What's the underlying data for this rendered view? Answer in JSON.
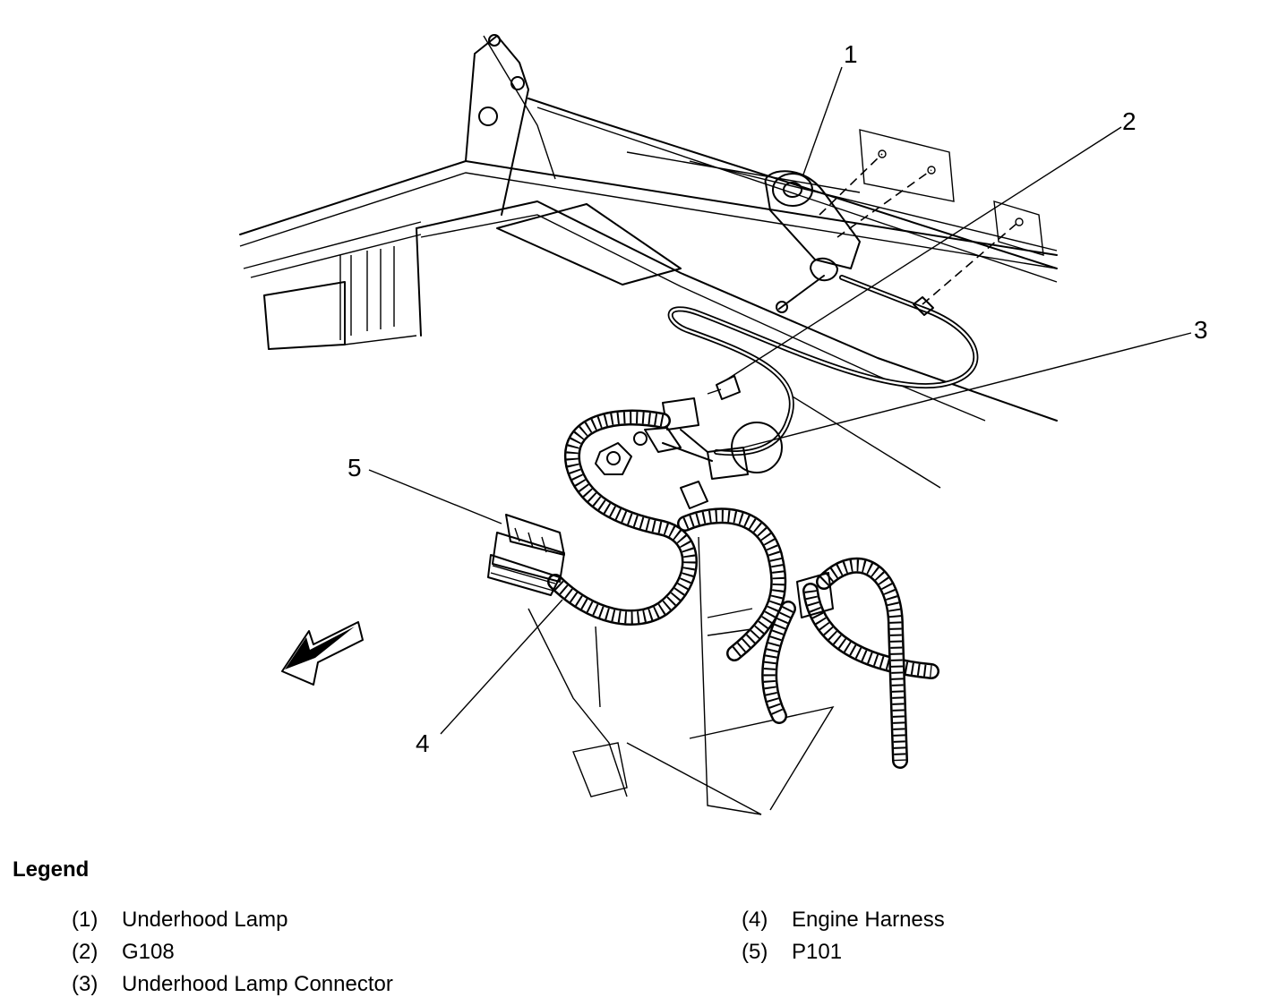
{
  "callouts": [
    "1",
    "2",
    "3",
    "4",
    "5"
  ],
  "legend": {
    "title": "Legend",
    "items": [
      {
        "num": "(1)",
        "label": "Underhood Lamp"
      },
      {
        "num": "(2)",
        "label": "G108"
      },
      {
        "num": "(3)",
        "label": "Underhood Lamp Connector"
      },
      {
        "num": "(4)",
        "label": "Engine Harness"
      },
      {
        "num": "(5)",
        "label": "P101"
      }
    ]
  }
}
